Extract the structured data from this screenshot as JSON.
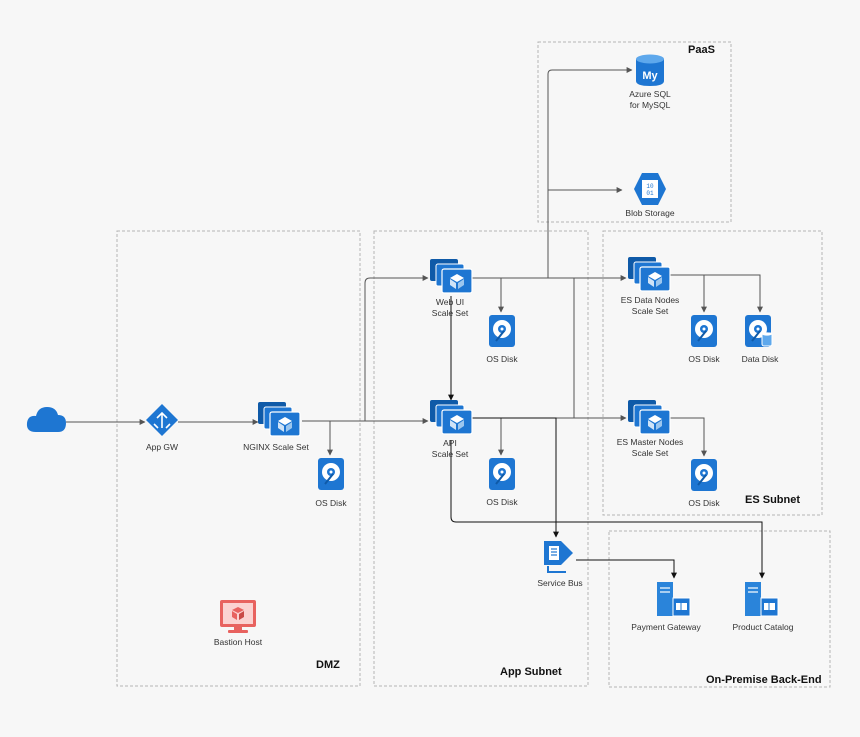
{
  "zones": {
    "paas": "PaaS",
    "dmz": "DMZ",
    "app_subnet": "App Subnet",
    "es_subnet": "ES Subnet",
    "on_premise": "On-Premise Back-End"
  },
  "nodes": {
    "app_gw": [
      "App GW"
    ],
    "nginx": [
      "NGINX Scale Set"
    ],
    "nginx_disk": [
      "OS Disk"
    ],
    "bastion": [
      "Bastion Host"
    ],
    "webui": [
      "Web UI",
      "Scale Set"
    ],
    "webui_disk": [
      "OS Disk"
    ],
    "api": [
      "API",
      "Scale Set"
    ],
    "api_disk": [
      "OS Disk"
    ],
    "service_bus": [
      "Service Bus"
    ],
    "azure_sql": [
      "Azure SQL",
      "for MySQL"
    ],
    "sql_icon_text": "My",
    "blob": [
      "Blob Storage"
    ],
    "blob_icon_text": [
      "10",
      "01"
    ],
    "es_data": [
      "ES Data Nodes",
      "Scale Set"
    ],
    "es_data_os_disk": [
      "OS Disk"
    ],
    "es_data_disk": [
      "Data Disk"
    ],
    "es_master": [
      "ES Master Nodes",
      "Scale Set"
    ],
    "es_master_disk": [
      "OS Disk"
    ],
    "payment": [
      "Payment Gateway"
    ],
    "catalog": [
      "Product Catalog"
    ]
  },
  "colors": {
    "azure_blue": "#1e76d2",
    "azure_dark": "#0f5aa8",
    "bastion_red": "#e8625f",
    "server_blue": "#2a84da",
    "connector": "#555555",
    "zone_border": "#b5b5b5"
  }
}
